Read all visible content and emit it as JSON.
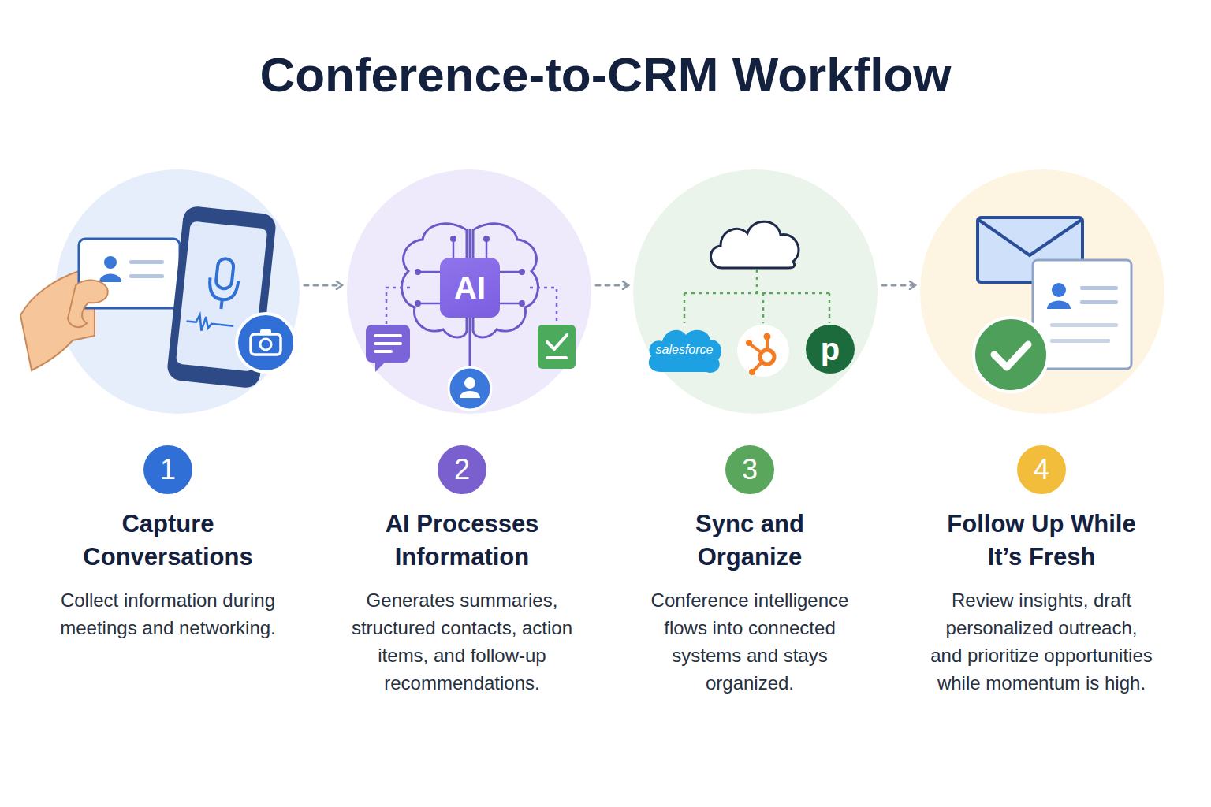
{
  "diagram": {
    "title": "Conference-to-CRM Workflow",
    "nodes": [
      {
        "text": [
          "1",
          "Capture Conversations",
          "Collect information during meetings and networking."
        ]
      },
      {
        "text": [
          "2",
          "AI Processes Information",
          "Generates summaries, structured contacts, action items, and follow-up recommendations."
        ]
      },
      {
        "text": [
          "AI"
        ],
        "in": 1
      },
      {
        "text": [
          "3",
          "Sync and Organize",
          "Conference intelligence flows into connected systems and stays organized."
        ]
      },
      {
        "text": [
          "salesforce"
        ],
        "in": 3
      },
      {
        "text": [
          "p"
        ],
        "in": 3
      },
      {
        "text": [
          "4",
          "Follow Up While It’s Fresh",
          "Review insights, draft personalized outreach, and prioritize opportunities while momentum is high."
        ]
      }
    ],
    "edges": [
      {
        "from": 0,
        "to": 1,
        "arrow": "to"
      },
      {
        "from": 1,
        "to": 3,
        "arrow": "to"
      },
      {
        "from": 3,
        "to": 6,
        "arrow": "to"
      }
    ]
  }
}
